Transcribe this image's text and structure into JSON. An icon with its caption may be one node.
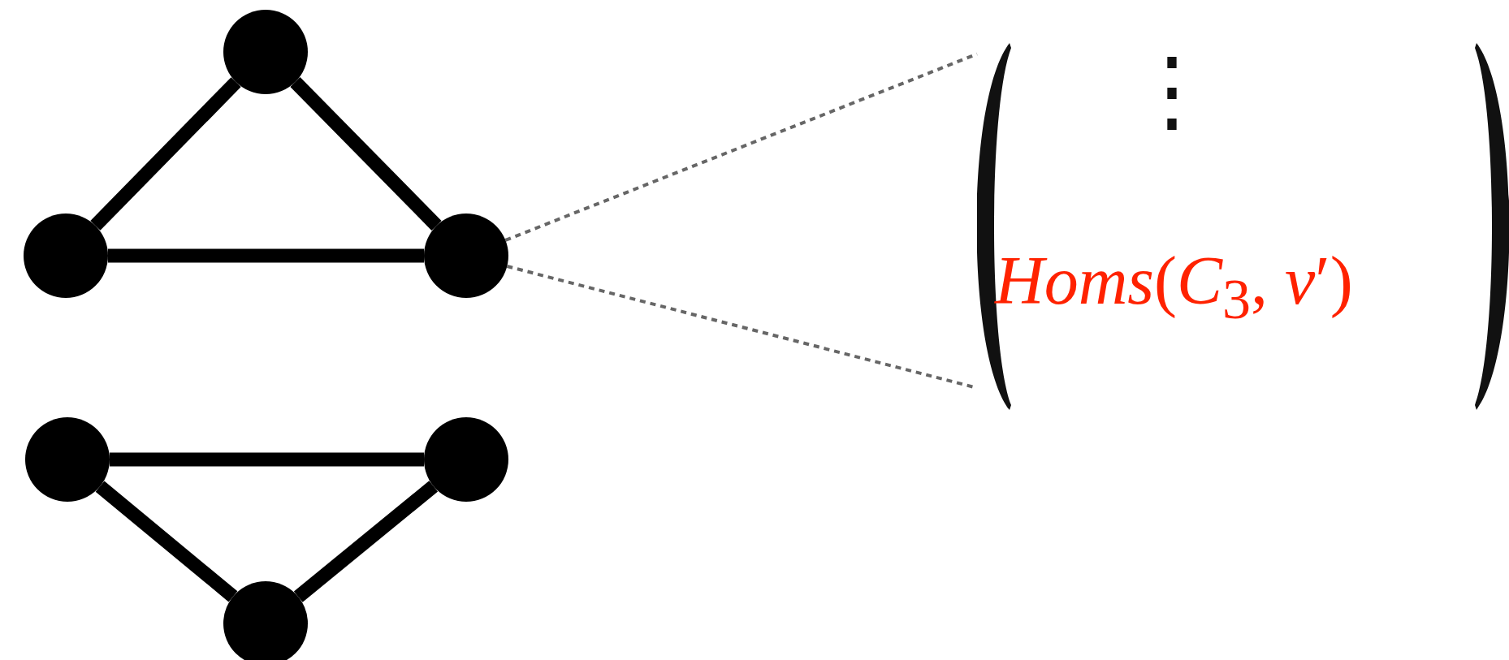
{
  "diagram": {
    "nodes": [
      {
        "text": [],
        "shape": "circle"
      },
      {
        "text": [],
        "shape": "circle"
      },
      {
        "text": [],
        "shape": "circle"
      },
      {
        "text": [],
        "shape": "circle"
      },
      {
        "text": [],
        "shape": "circle"
      },
      {
        "text": [],
        "shape": "circle"
      },
      {
        "text": [
          "⋮",
          "*Homs*(*C*$_{3}$, *v*′)"
        ]
      }
    ],
    "edges": [
      {
        "from": 0,
        "to": 1,
        "arrow": "none"
      },
      {
        "from": 0,
        "to": 2,
        "arrow": "none"
      },
      {
        "from": 1,
        "to": 2,
        "arrow": "none"
      },
      {
        "from": 3,
        "to": 4,
        "arrow": "none"
      },
      {
        "from": 3,
        "to": 5,
        "arrow": "none"
      },
      {
        "from": 5,
        "to": 4,
        "arrow": "none"
      },
      {
        "from": 2,
        "to": 6,
        "arrow": "none",
        "style": "dashed",
        "color": "#666666"
      },
      {
        "from": 2,
        "to": 6,
        "arrow": "none",
        "style": "dashed",
        "color": "#666666"
      }
    ]
  }
}
